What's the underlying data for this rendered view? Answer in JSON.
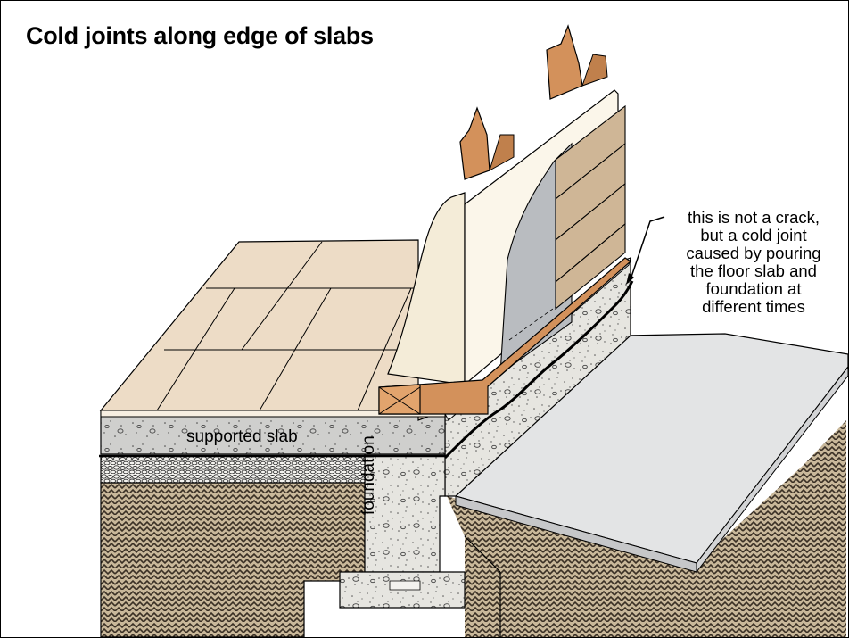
{
  "title": "Cold joints along edge of slabs",
  "annotation": {
    "lines": [
      "this is not a crack,",
      "but a cold joint",
      "caused by pouring",
      "the floor slab and",
      "foundation at",
      "different times"
    ]
  },
  "labels": {
    "slab": "supported slab",
    "foundation": "foundation"
  },
  "colors": {
    "soil_bg": "#c9b89a",
    "soil_pattern": "#3a3025",
    "concrete": "#e6e5e0",
    "slab_band": "#cfcfcd",
    "tile": "#eddcc6",
    "wood": "#d3915b",
    "drywall": "#fbf6ea",
    "wrap": "#b9bcc0",
    "siding": "#cfb696",
    "outside_slab": "#e3e4e5"
  }
}
